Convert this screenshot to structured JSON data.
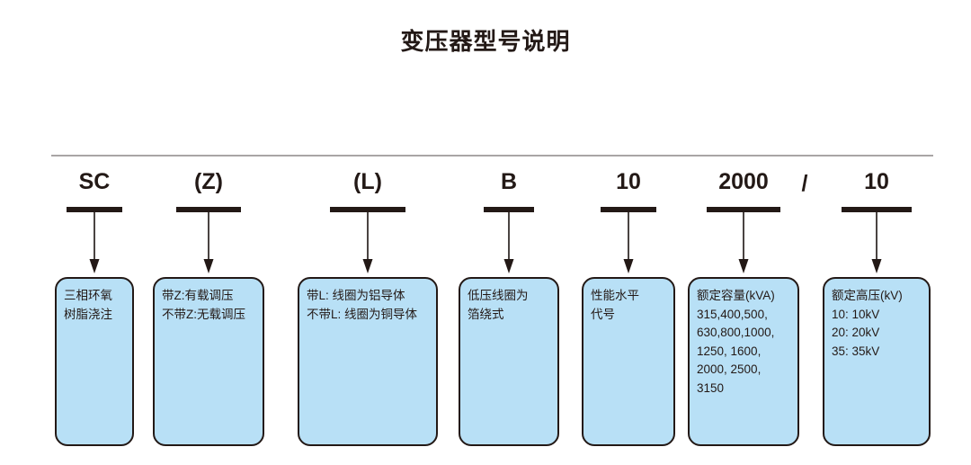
{
  "page": {
    "title": "变压器型号说明",
    "background_color": "#ffffff",
    "text_color": "#231916",
    "box_fill_color": "#b8e0f6",
    "divider_color": "#a9a5a5"
  },
  "divider": {
    "label": "horizontal-rule"
  },
  "separator": {
    "symbol": "/"
  },
  "columns": [
    {
      "code": "SC",
      "lines": [
        "三相环氧",
        "树脂浇注"
      ]
    },
    {
      "code": "(Z)",
      "lines": [
        "带Z:有载调压",
        "不带Z:无载调压"
      ]
    },
    {
      "code": "(L)",
      "lines": [
        "带L: 线圈为铝导体",
        "不带L: 线圈为铜导体"
      ]
    },
    {
      "code": "B",
      "lines": [
        "低压线圈为",
        "箔绕式"
      ]
    },
    {
      "code": "10",
      "lines": [
        "性能水平",
        "代号"
      ]
    },
    {
      "code": "2000",
      "lines": [
        "额定容量(kVA)",
        "315,400,500,",
        "630,800,1000,",
        "1250, 1600,",
        "2000, 2500,",
        "3150"
      ]
    },
    {
      "code": "10",
      "lines": [
        "额定高压(kV)",
        "10: 10kV",
        "20: 20kV",
        "35: 35kV"
      ]
    }
  ]
}
